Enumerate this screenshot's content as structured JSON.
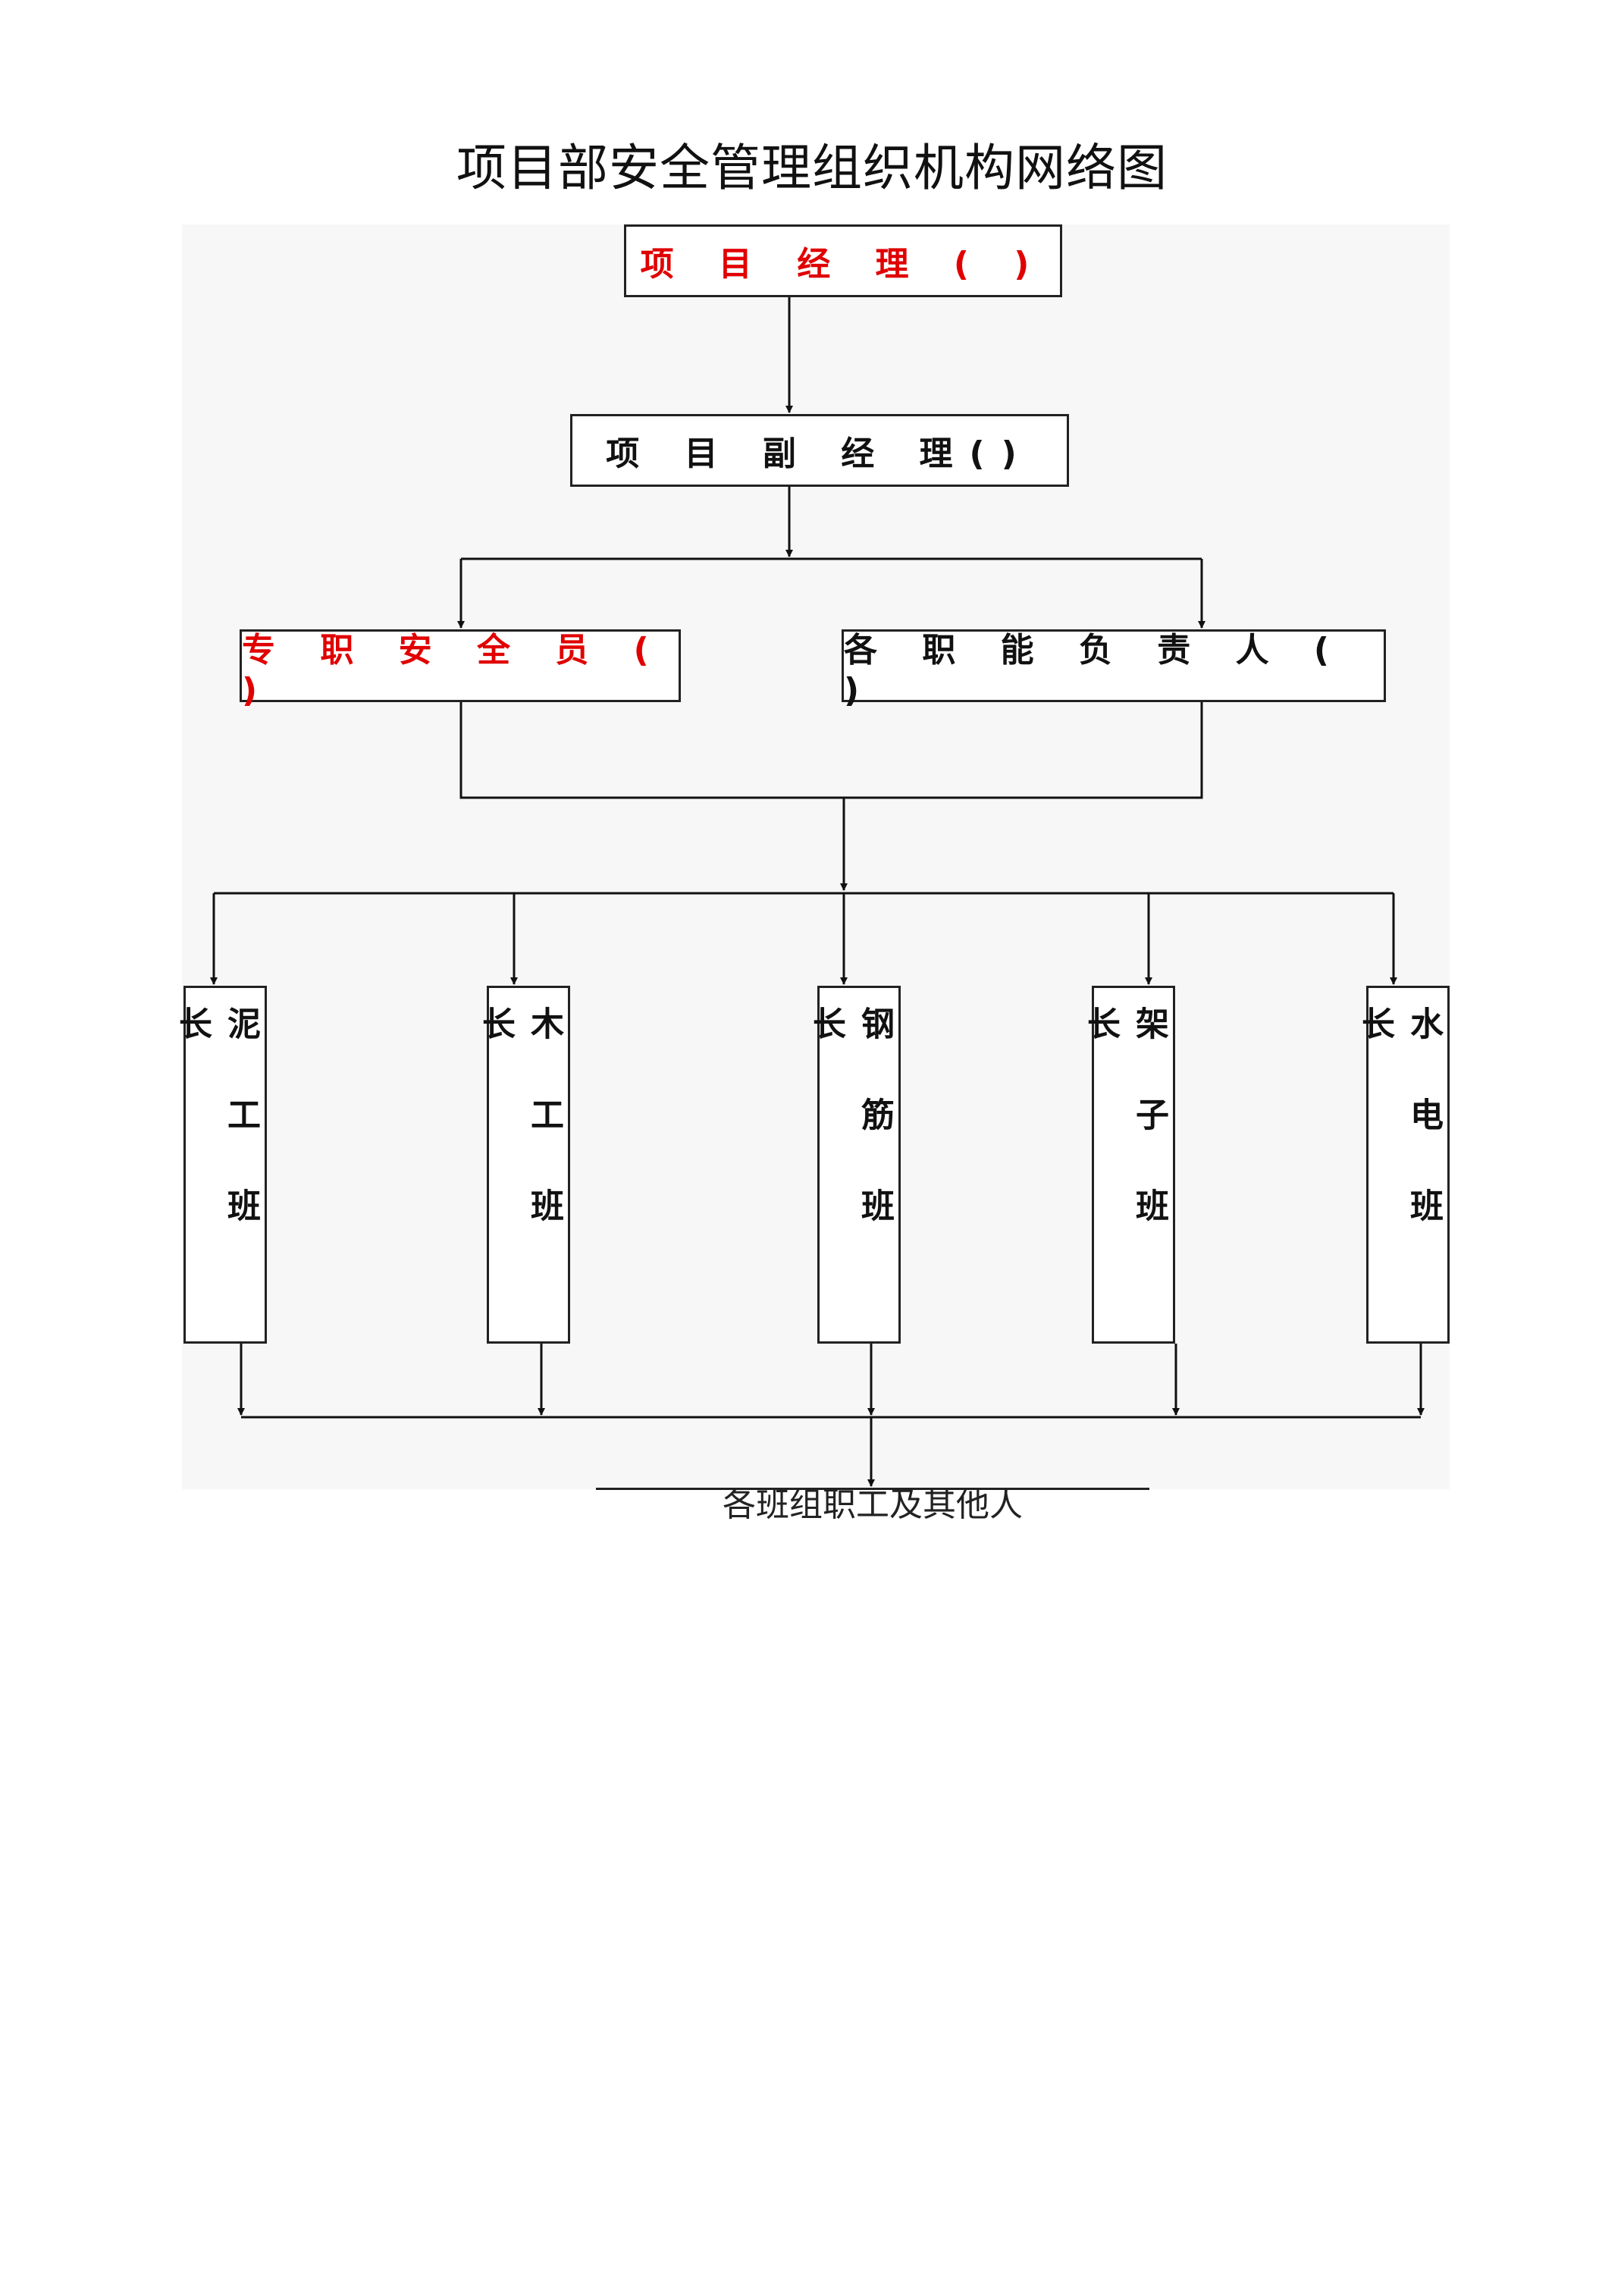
{
  "title": "项目部安全管理组织机构网络图",
  "nodes": {
    "project_manager": "项 目 经 理 ( )",
    "deputy_manager": "项 目 副 经 理()",
    "safety_officer": "专 职 安 全 员 ( )",
    "function_heads": "各 职 能 负 责 人 ( )",
    "team_leaders": [
      "泥工班长",
      "木工班长",
      "钢筋班长",
      "架子班长",
      "水电班长"
    ],
    "workers": "各班组职工及其他人"
  },
  "colors": {
    "accent_red": "#e00000",
    "line": "#111111",
    "panel_bg": "#f7f7f7"
  }
}
